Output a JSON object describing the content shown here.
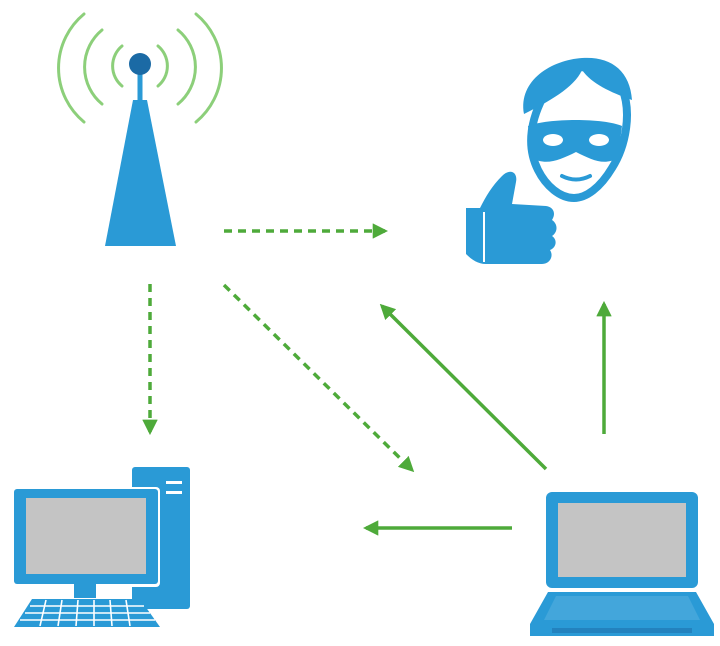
{
  "diagram": {
    "nodes": [
      {
        "id": "tower",
        "icon": "radio-tower-icon"
      },
      {
        "id": "attacker",
        "icon": "masked-hacker-thumbs-up-icon"
      },
      {
        "id": "desktop",
        "icon": "desktop-computer-icon"
      },
      {
        "id": "laptop",
        "icon": "laptop-icon"
      }
    ],
    "edges": [
      {
        "from": "tower",
        "to": "attacker",
        "style": "dashed"
      },
      {
        "from": "tower",
        "to": "desktop",
        "style": "dashed"
      },
      {
        "from": "tower",
        "to": "laptop",
        "style": "dashed"
      },
      {
        "from": "laptop",
        "to": "attacker",
        "style": "solid"
      },
      {
        "from": "laptop",
        "to": "tower",
        "style": "solid"
      },
      {
        "from": "laptop",
        "to": "desktop",
        "style": "solid"
      }
    ]
  },
  "colors": {
    "device": "#2a9ad6",
    "screen": "#c4c4c4",
    "signal": "#8ccf7a",
    "arrow": "#4eaa3a",
    "dark": "#1b6aa5"
  }
}
